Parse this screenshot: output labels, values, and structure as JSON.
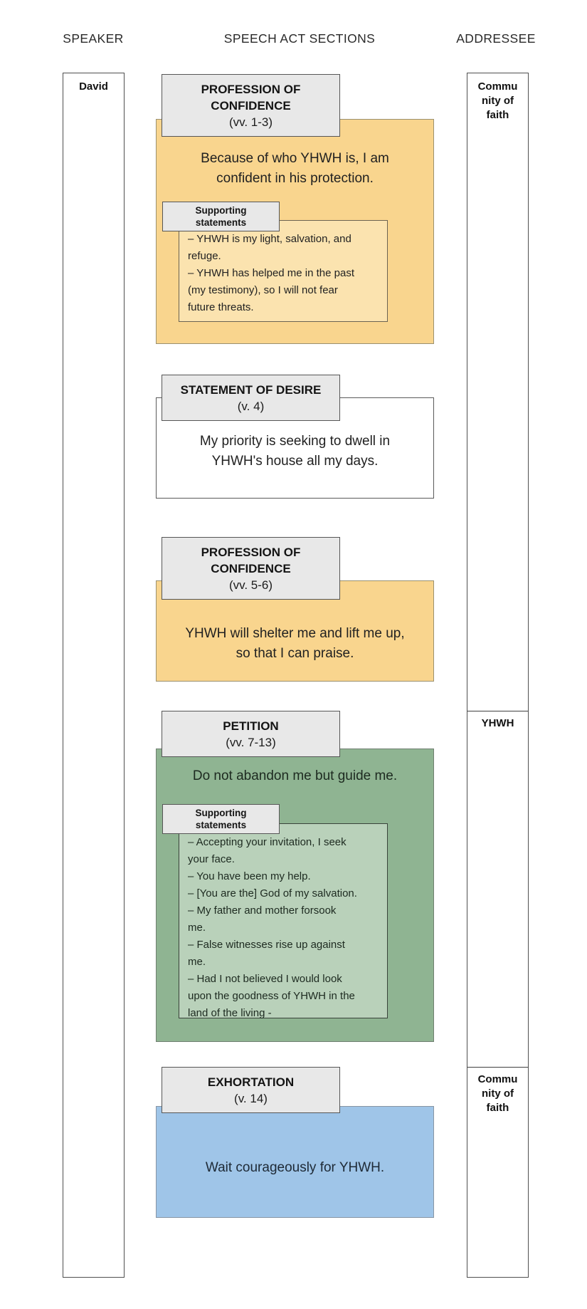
{
  "header": {
    "speaker": "SPEAKER",
    "speech_act_sections": "SPEECH ACT SECTIONS",
    "addressee": "ADDRESSEE"
  },
  "speaker_column": {
    "label": "David"
  },
  "addressee_column": {
    "segments": [
      {
        "label": "Commu\nnity of\nfaith"
      },
      {
        "label": "YHWH"
      },
      {
        "label": "Commu\nnity of\nfaith"
      }
    ]
  },
  "colors": {
    "section_orange": "#f9d58e",
    "section_orange_light": "#fbe3af",
    "section_green": "#8fb492",
    "section_green_light": "#b9d1ba",
    "section_blue": "#9fc5e8",
    "header_gray": "#e8e8e8"
  },
  "sections": [
    {
      "title": "PROFESSION OF\nCONFIDENCE",
      "verses": "(vv. 1-3)",
      "body": "Because of who YHWH is, I am\nconfident in his protection.",
      "supporting_label": "Supporting\nstatements",
      "supporting": [
        "– YHWH is my light, salvation, and\nrefuge.",
        "– YHWH has helped me in the past\n(my testimony), so I will not fear\nfuture threats."
      ]
    },
    {
      "title": "STATEMENT OF DESIRE",
      "verses": "(v. 4)",
      "body": "My priority is seeking to dwell in\nYHWH's house all my days."
    },
    {
      "title": "PROFESSION OF\nCONFIDENCE",
      "verses": "(vv. 5-6)",
      "body": "YHWH will shelter me and lift me up,\nso that I can praise."
    },
    {
      "title": "PETITION",
      "verses": "(vv. 7-13)",
      "body": "Do not abandon me but guide me.",
      "supporting_label": "Supporting\nstatements",
      "supporting": [
        "– Accepting your invitation, I seek\nyour face.",
        "– You have been my help.",
        "– [You are the] God of my salvation.",
        "– My father and mother forsook\nme.",
        "– False witnesses rise up against\nme.",
        "– Had I not believed I would look\nupon the goodness of YHWH in the\nland of the living -"
      ]
    },
    {
      "title": "EXHORTATION",
      "verses": "(v. 14)",
      "body": "Wait courageously for YHWH."
    }
  ]
}
